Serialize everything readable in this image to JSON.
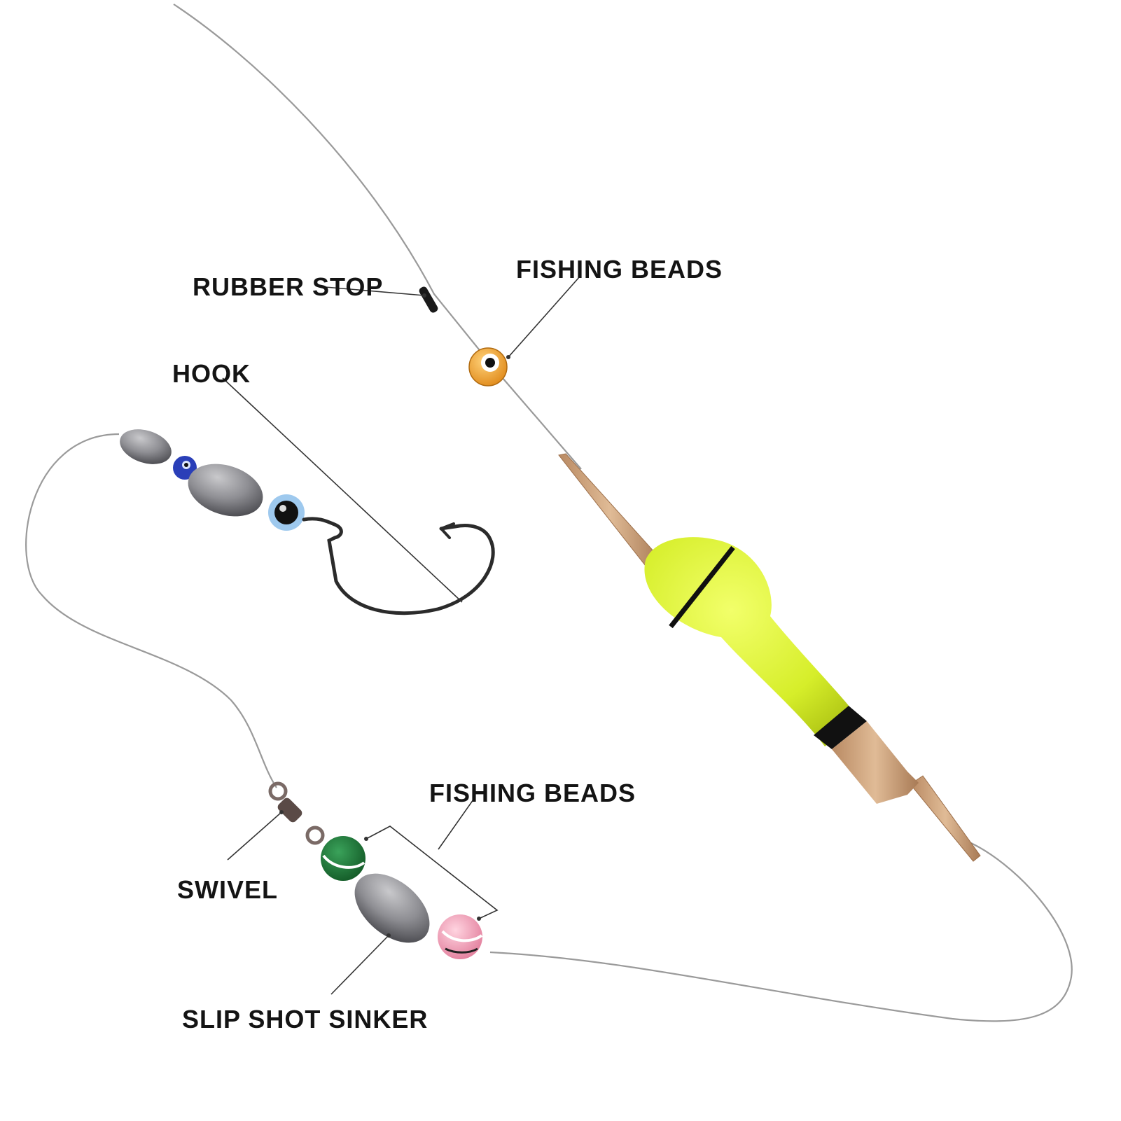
{
  "labels": {
    "rubber_stop": "RUBBER STOP",
    "fishing_beads_top": "FISHING BEADS",
    "hook": "HOOK",
    "fishing_beads_bottom": "FISHING BEADS",
    "swivel": "SWIVEL",
    "slip_shot_sinker": "SLIP SHOT SINKER"
  },
  "colors": {
    "float_body": "#d6ee2a",
    "float_stick": "#d2a27e",
    "lead": "#8e8e93",
    "bead_orange": "#f0a030",
    "bead_green": "#1f7a3a",
    "bead_pink": "#f2a6bc",
    "bead_blue": "#2a3fb8"
  },
  "icons": [
    "rubber-stop-icon",
    "bead-icon",
    "float-icon",
    "hook-icon",
    "swivel-icon",
    "sinker-icon"
  ]
}
